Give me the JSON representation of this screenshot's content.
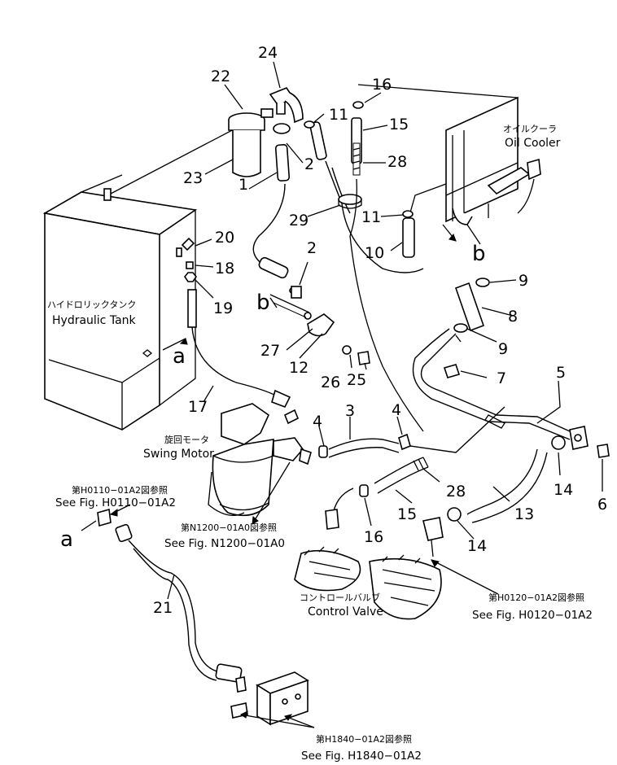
{
  "part_numbers": {
    "n1": "1",
    "n2a": "2",
    "n2b": "2",
    "n3": "3",
    "n4a": "4",
    "n4b": "4",
    "n5": "5",
    "n6": "6",
    "n7": "7",
    "n8": "8",
    "n9a": "9",
    "n9b": "9",
    "n10": "10",
    "n11a": "11",
    "n11b": "11",
    "n12": "12",
    "n13": "13",
    "n14a": "14",
    "n14b": "14",
    "n15a": "15",
    "n15b": "15",
    "n16a": "16",
    "n16b": "16",
    "n17": "17",
    "n18": "18",
    "n19": "19",
    "n20": "20",
    "n21": "21",
    "n22": "22",
    "n23": "23",
    "n24": "24",
    "n25": "25",
    "n26": "26",
    "n27": "27",
    "n28a": "28",
    "n28b": "28",
    "n29": "29"
  },
  "connection_letters": {
    "a1": "a",
    "a2": "a",
    "b1": "b",
    "b2": "b"
  },
  "labels": {
    "oil_cooler_jp": "オイルクーラ",
    "oil_cooler_en": "Oil Cooler",
    "hydraulic_tank_jp": "ハイドロリックタンク",
    "hydraulic_tank_en": "Hydraulic Tank",
    "swing_motor_jp": "旋回モータ",
    "swing_motor_en": "Swing Motor",
    "control_valve_jp": "コントロールバルブ",
    "control_valve_en": "Control Valve"
  },
  "references": {
    "h0110_jp": "第H0110−01A2図参照",
    "h0110_en": "See Fig. H0110−01A2",
    "n1200_jp": "第N1200−01A0図参照",
    "n1200_en": "See Fig. N1200−01A0",
    "h0120_jp": "第H0120−01A2図参照",
    "h0120_en": "See Fig. H0120−01A2",
    "h1840_jp": "第H1840−01A2図参照",
    "h1840_en": "See Fig. H1840−01A2"
  }
}
